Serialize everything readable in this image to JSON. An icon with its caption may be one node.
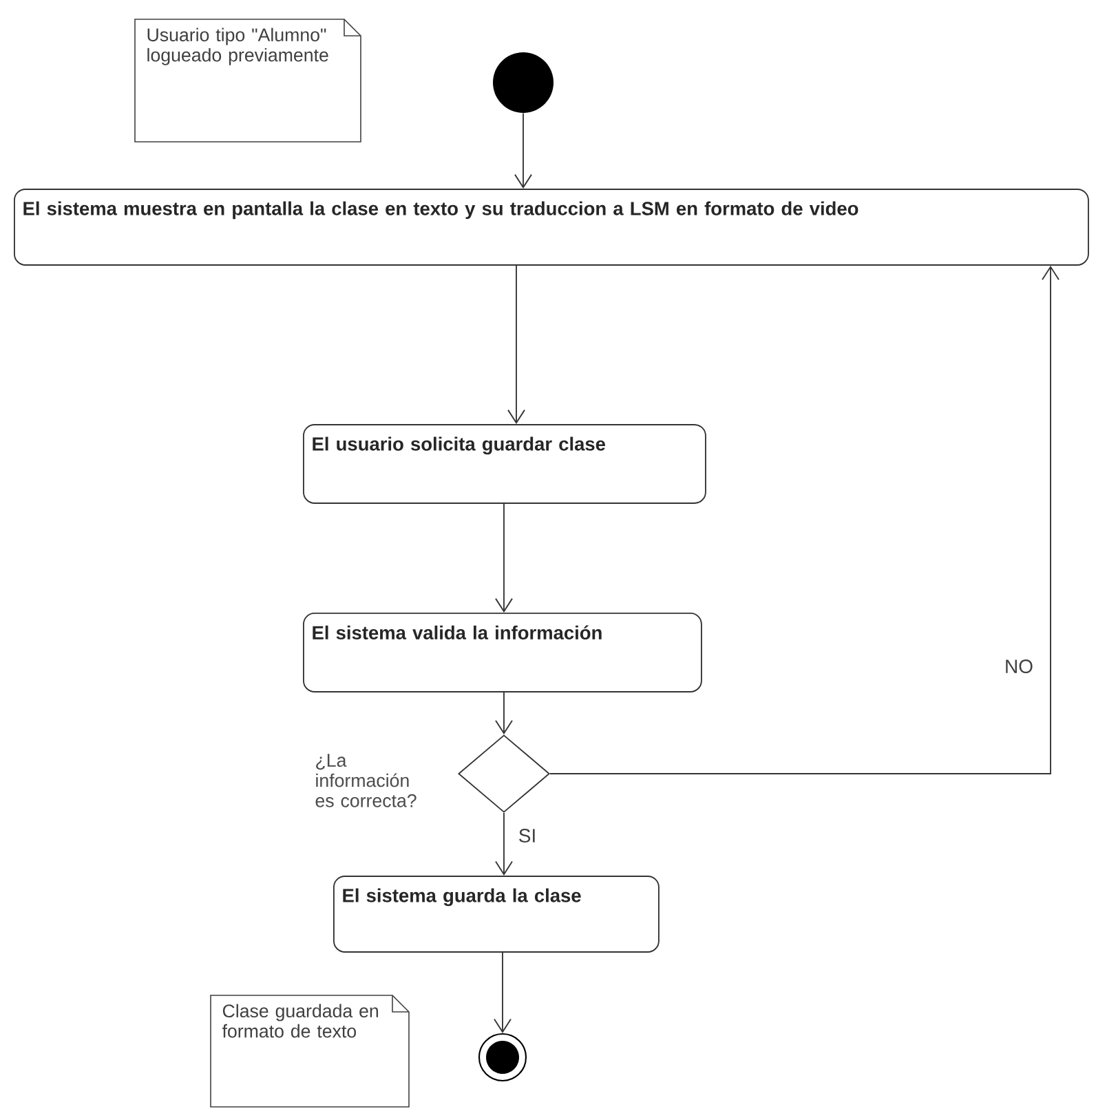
{
  "diagram": {
    "nodes": [
      {
        "text": [
          "Usuario tipo \"Alumno\" logueado previamente"
        ]
      },
      {
        "text": [],
        "shape": "circle"
      },
      {
        "text": [
          "El sistema muestra en pantalla la clase en texto y su traduccion a LSM en formato de video"
        ]
      },
      {
        "text": [
          "El usuario solicita guardar clase"
        ]
      },
      {
        "text": [
          "El sistema valida la información"
        ]
      },
      {
        "text": [],
        "shape": "diamond",
        "beside": [
          "¿La información es correcta?"
        ]
      },
      {
        "text": [
          "El sistema guarda la clase"
        ]
      },
      {
        "text": [],
        "shape": "circle"
      },
      {
        "text": [
          "Clase guardada en formato de texto"
        ]
      }
    ],
    "edges": [
      {
        "from": 1,
        "to": 2,
        "arrow": "to"
      },
      {
        "from": 2,
        "to": 3,
        "arrow": "to"
      },
      {
        "from": 3,
        "to": 4,
        "arrow": "to"
      },
      {
        "from": 4,
        "to": 5,
        "arrow": "to"
      },
      {
        "from": 5,
        "to": 6,
        "arrow": "to",
        "label": "SI"
      },
      {
        "from": 5,
        "to": 2,
        "arrow": "to",
        "label": "NO"
      },
      {
        "from": 6,
        "to": 7,
        "arrow": "to"
      }
    ]
  }
}
